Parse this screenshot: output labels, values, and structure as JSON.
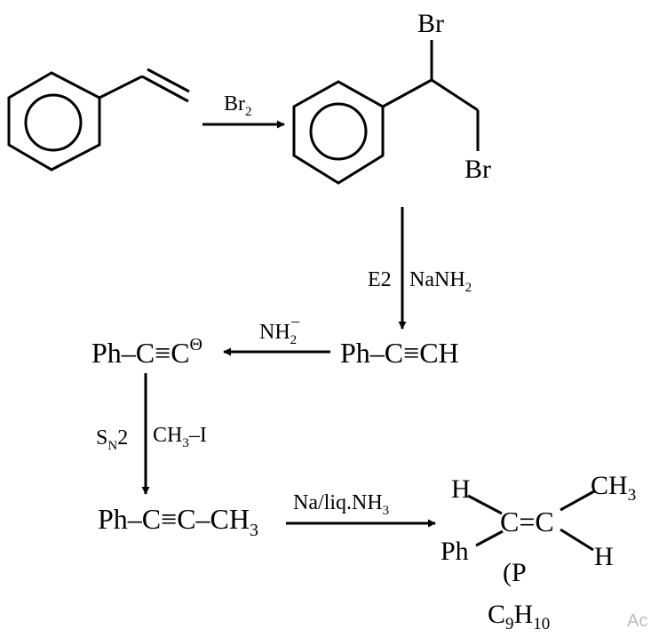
{
  "colors": {
    "ink": "#000000",
    "watermark": "#bdbdbd"
  },
  "step1": {
    "reagent_main": "Br",
    "reagent_sub": "2"
  },
  "dibromide": {
    "br_top": "Br",
    "br_right": "Br"
  },
  "step2": {
    "e2": "E2",
    "reagent_main": "NaNH",
    "reagent_sub": "2"
  },
  "alkyne": {
    "text": "Ph–C≡CH"
  },
  "step3": {
    "reagent_main": "NH",
    "reagent_sub": "2",
    "reagent_sup": "–"
  },
  "acetylide": {
    "main": "Ph–C≡C",
    "charge": "Θ"
  },
  "step4": {
    "sn": "S",
    "sn_sub": "N",
    "sn_num": "2",
    "reagent_a": "CH",
    "reagent_a_sub": "3",
    "reagent_b": "–I"
  },
  "internal_alkyne": {
    "main": "Ph–C≡C–CH",
    "sub": "3"
  },
  "step5": {
    "reagent_main": "Na/liq.NH",
    "reagent_sub": "3"
  },
  "product": {
    "h_top": "H",
    "ch3": "CH",
    "ch3_sub": "3",
    "center": "C=C",
    "ph": "Ph",
    "h_bottom": "H",
    "label_p": "(P",
    "formula_c": "C",
    "formula_c_sub": "9",
    "formula_h": "H",
    "formula_h_sub": "10"
  },
  "watermark": "Ac"
}
